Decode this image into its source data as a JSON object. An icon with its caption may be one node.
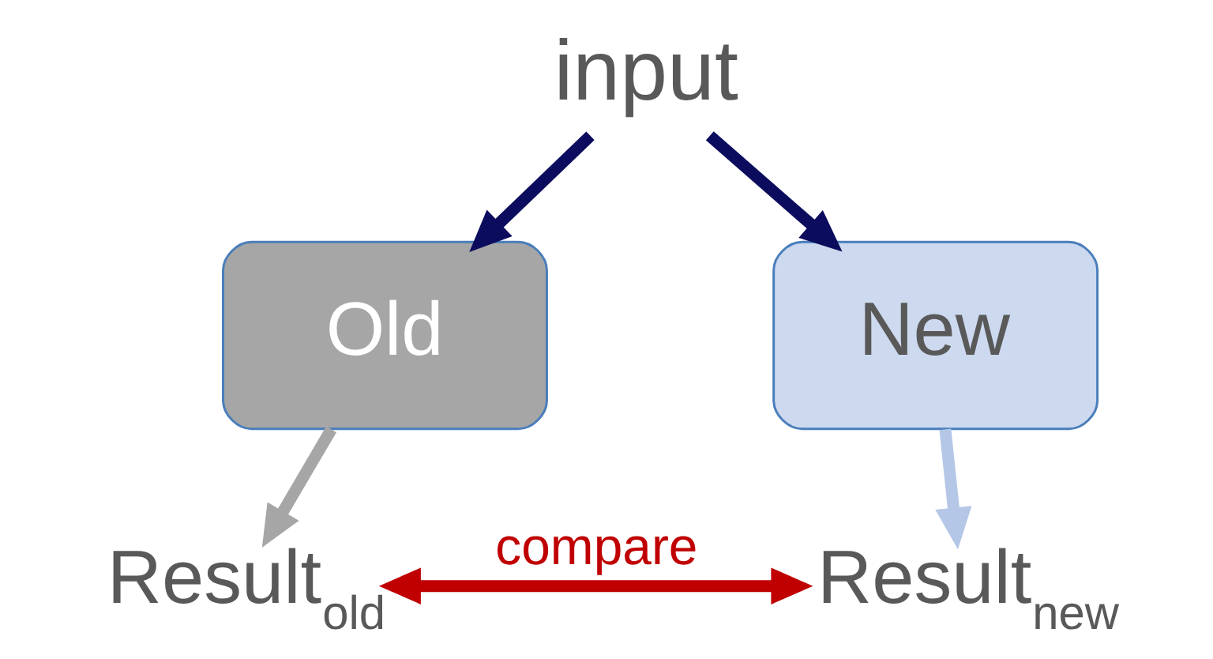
{
  "diagram": {
    "nodes": [
      {
        "text": [
          "input"
        ]
      },
      {
        "text": [
          "Old"
        ]
      },
      {
        "text": [
          "New"
        ]
      },
      {
        "text": [
          "Result$_{old}$"
        ]
      },
      {
        "text": [
          "Result$_{new}$"
        ]
      }
    ],
    "edges": [
      {
        "from": 0,
        "to": 1,
        "arrow": "to",
        "color": "#0c0c5e"
      },
      {
        "from": 0,
        "to": 2,
        "arrow": "to",
        "color": "#0c0c5e"
      },
      {
        "from": 1,
        "to": 3,
        "arrow": "to",
        "color": "#a6a6a6"
      },
      {
        "from": 2,
        "to": 4,
        "arrow": "to",
        "color": "#b4c7e7"
      },
      {
        "from": 3,
        "to": 4,
        "arrow": "both",
        "label": "compare",
        "color": "#c00000"
      }
    ]
  }
}
